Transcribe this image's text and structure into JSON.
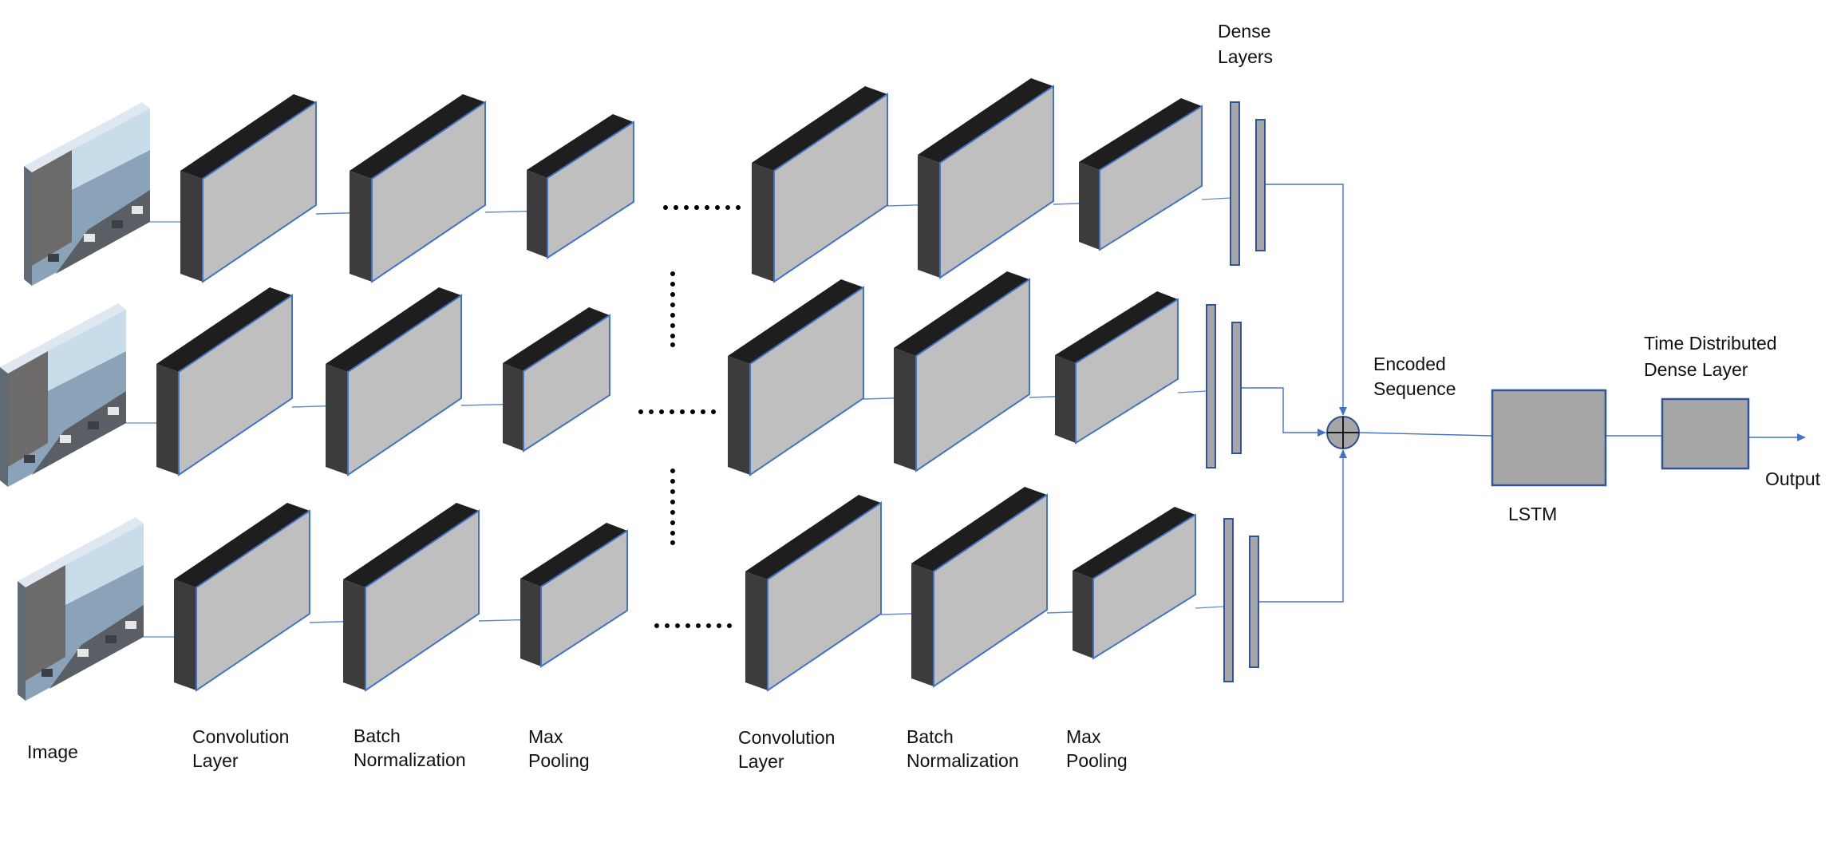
{
  "diagram": {
    "labels": {
      "image": "Image",
      "conv1": [
        "Convolution",
        "Layer"
      ],
      "bn1": [
        "Batch",
        "Normalization"
      ],
      "pool1": [
        "Max",
        "Pooling"
      ],
      "conv2": [
        "Convolution",
        "Layer"
      ],
      "bn2": [
        "Batch",
        "Normalization"
      ],
      "pool2": [
        "Max",
        "Pooling"
      ],
      "dense": [
        "Dense",
        "Layers"
      ],
      "encoded": [
        "Encoded",
        "Sequence"
      ],
      "lstm": "LSTM",
      "tdd": [
        "Time Distributed",
        "Dense Layer"
      ],
      "output": "Output"
    },
    "colors": {
      "block_face": "#bfbfbf",
      "block_top": "#1e1e1e",
      "block_side": "#3c3c3c",
      "edge_stroke": "#4472c4",
      "line": "#5b8ad1",
      "lstm_fill": "#a6a6a6",
      "dense_fill": "#a6a6a6"
    },
    "rows": [
      {
        "name": "row-top"
      },
      {
        "name": "row-middle"
      },
      {
        "name": "row-bottom"
      }
    ]
  }
}
